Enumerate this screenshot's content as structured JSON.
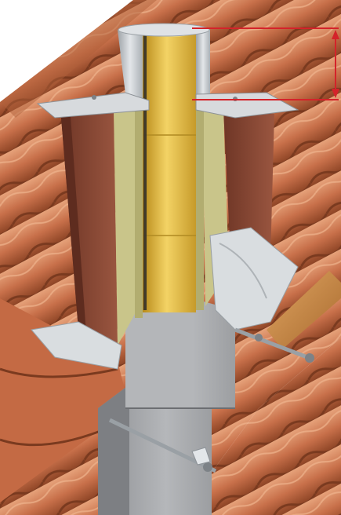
{
  "figure": {
    "subject": "chimney-cutaway-through-tiled-roof",
    "colors": {
      "roof_tile": "#c8704a",
      "roof_tile_dark": "#9a4c2c",
      "roof_tile_light": "#e39b73",
      "batten_wood": "#c98a4a",
      "brick_cladding": "#8a4a36",
      "concrete_block": "#a8aaad",
      "metal_cap": "#c9cdd1",
      "insulation_flue": "#e8c24a",
      "insulation_mineral_wool": "#c9c58a",
      "flashing": "#d9dde0",
      "dimension_marker": "#d4232a"
    },
    "components": [
      "roof-tiles",
      "roof-battens",
      "chimney-cap-plate",
      "flue-liner",
      "insulation-layer",
      "brick-cladding",
      "concrete-chimney-block",
      "lead-flashing",
      "tie-rod-anchors"
    ],
    "annotation": {
      "type": "vertical-dimension",
      "label": ""
    }
  }
}
